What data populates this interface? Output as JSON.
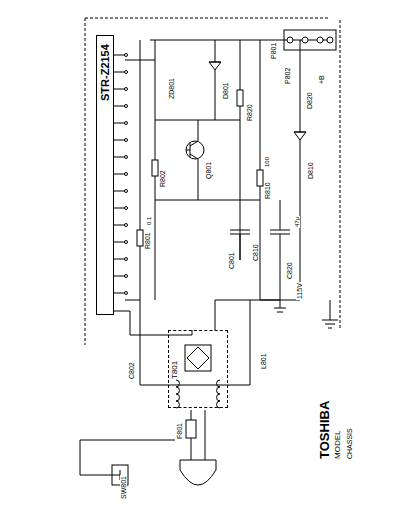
{
  "diagram": {
    "nodes": [
      {
        "text": [
          "STR-Z2154"
        ]
      },
      {
        "text": [
          "T801"
        ]
      }
    ],
    "edges": [
      {
        "from": 0,
        "to": 1,
        "arrow": "none"
      }
    ],
    "labels": [
      "TOSHIBA",
      "MODEL",
      "CHASSIS",
      "Q801",
      "R801",
      "C801",
      "D801",
      "F801",
      "L801",
      "C810",
      "R810",
      "D810",
      "C820",
      "R820",
      "D820",
      "P801",
      "P802",
      "+B",
      "115V",
      "R802",
      "C802",
      "SW801",
      "ZD801",
      "0.1",
      "100",
      "47µ"
    ]
  }
}
